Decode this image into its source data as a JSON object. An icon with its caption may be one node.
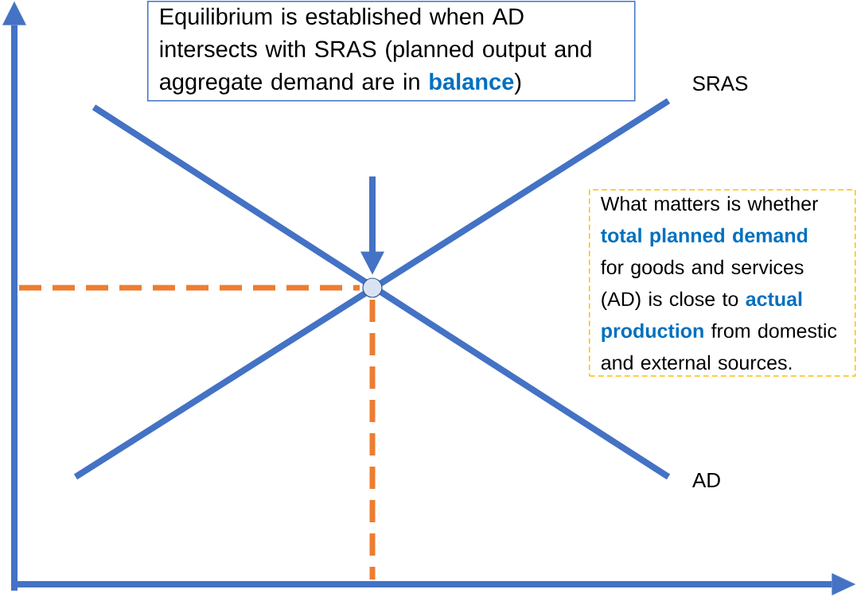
{
  "diagram": {
    "nodes": [
      {
        "text": [
          "Equilibrium is established when AD intersects with SRAS (planned output and aggregate demand are in **balance**)"
        ]
      },
      {
        "text": [
          "What matters is whether **total planned demand** for goods and services (AD) is close to **actual production** from domestic and external sources."
        ]
      },
      {
        "text": [],
        "shape": "circle"
      }
    ],
    "edges": [
      {
        "from": null,
        "to": 2,
        "arrow": "to"
      }
    ],
    "labels": [
      "SRAS",
      "AD"
    ]
  }
}
